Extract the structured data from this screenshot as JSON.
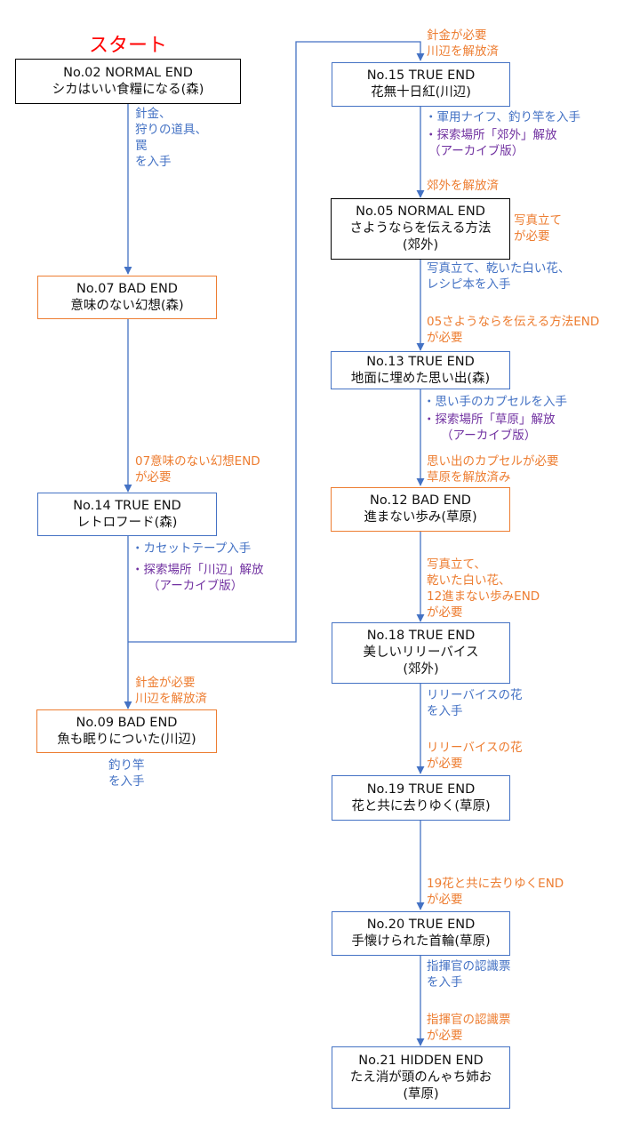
{
  "start_label": "スタート",
  "colors": {
    "blue": "#4472C4",
    "orange": "#ED7D31",
    "purple": "#7030A0",
    "red": "#FF0000"
  },
  "nodes": {
    "n02": {
      "title": "No.02 NORMAL END",
      "line1": "シカはいい食糧になる(森)",
      "line2": ""
    },
    "n07": {
      "title": "No.07 BAD END",
      "line1": "意味のない幻想(森)",
      "line2": ""
    },
    "n14": {
      "title": "No.14 TRUE END",
      "line1": "レトロフード(森)",
      "line2": ""
    },
    "n09": {
      "title": "No.09 BAD END",
      "line1": "魚も眠りについた(川辺)",
      "line2": ""
    },
    "n15": {
      "title": "No.15 TRUE END",
      "line1": "花無十日紅(川辺)",
      "line2": ""
    },
    "n05": {
      "title": "No.05 NORMAL END",
      "line1": "さようならを伝える方法",
      "line2": "(郊外)"
    },
    "n13": {
      "title": "No.13 TRUE END",
      "line1": "地面に埋めた思い出(森)",
      "line2": ""
    },
    "n12": {
      "title": "No.12 BAD END",
      "line1": "進まない歩み(草原)",
      "line2": ""
    },
    "n18": {
      "title": "No.18 TRUE END",
      "line1": "美しいリリーバイス",
      "line2": "(郊外)"
    },
    "n19": {
      "title": "No.19 TRUE END",
      "line1": "花と共に去りゆく(草原)",
      "line2": ""
    },
    "n20": {
      "title": "No.20 TRUE END",
      "line1": "手懐けられた首輪(草原)",
      "line2": ""
    },
    "n21": {
      "title": "No.21 HIDDEN END",
      "line1": "たえ消が頭のんゃち姉お",
      "line2": "(草原)"
    }
  },
  "labels": {
    "l02_07": [
      "針金、",
      "狩りの道具、",
      "罠",
      "を入手"
    ],
    "l07_14": [
      "07意味のない幻想END",
      "が必要"
    ],
    "l14_a": [
      "・カセットテープ入手"
    ],
    "l14_b": [
      "・探索場所「川辺」解放",
      "（アーカイブ版）"
    ],
    "l_to09": [
      "針金が必要",
      "川辺を解放済"
    ],
    "l09": [
      "釣り竿",
      "を入手"
    ],
    "l_to15": [
      "針金が必要",
      "川辺を解放済"
    ],
    "l15_a": [
      "・軍用ナイフ、釣り竿を入手"
    ],
    "l15_b": [
      "・探索場所「郊外」解放",
      "（アーカイブ版）"
    ],
    "l15_05": [
      "郊外を解放済"
    ],
    "l05_side": [
      "写真立て",
      "が必要"
    ],
    "l05_out": [
      "写真立て、乾いた白い花、",
      "レシピ本を入手"
    ],
    "l05_13": [
      "05さようならを伝える方法END",
      "が必要"
    ],
    "l13_a": [
      "・思い手のカプセルを入手"
    ],
    "l13_b": [
      "・探索場所「草原」解放",
      "（アーカイブ版）"
    ],
    "l13_12": [
      "思い出のカプセルが必要",
      "草原を解放済み"
    ],
    "l12_18": [
      "写真立て、",
      "乾いた白い花、",
      "12進まない歩みEND",
      "が必要"
    ],
    "l18_out": [
      "リリーバイスの花",
      "を入手"
    ],
    "l18_19": [
      "リリーバイスの花",
      "が必要"
    ],
    "l19_20": [
      "19花と共に去りゆくEND",
      "が必要"
    ],
    "l20_out": [
      "指揮官の認識票",
      "を入手"
    ],
    "l20_21": [
      "指揮官の認識票",
      "が必要"
    ]
  }
}
